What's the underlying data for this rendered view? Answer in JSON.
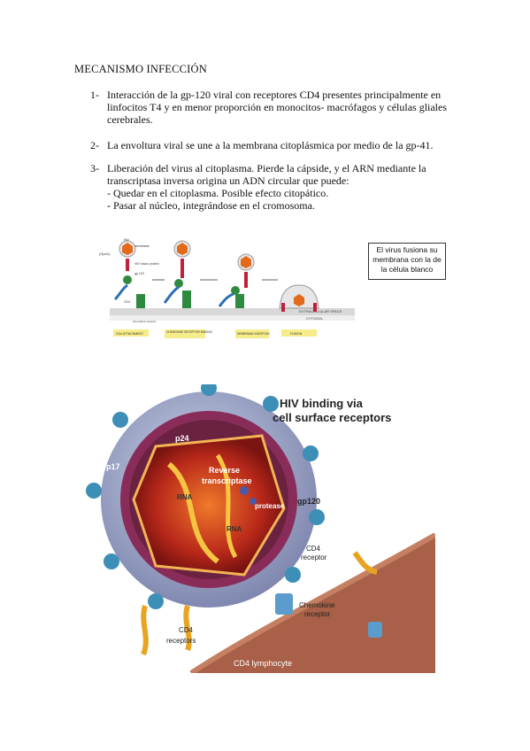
{
  "document": {
    "title": "MECANISMO INFECCIÓN",
    "items": [
      {
        "num": "1-",
        "text": "Interacción de la gp-120 viral con receptores CD4 presentes principalmente en linfocitos T4 y en menor proporción en monocitos- macrófagos y células gliales cerebrales."
      },
      {
        "num": "2-",
        "text": "La envoltura viral se une a la membrana citoplásmica por medio de la gp-41."
      },
      {
        "num": "3-",
        "text": "Liberación del virus al citoplasma. Pierde la cápside, y el ARN mediante la transcriptasa inversa origina un ADN circular que puede:",
        "sub": [
          "- Quedar en el citoplasma. Posible efecto citopático.",
          "- Pasar al núcleo, integrándose en el cromosoma."
        ]
      }
    ]
  },
  "figure1": {
    "caption": "El virus fusiona su membrana con la de la célula blanco",
    "labels": {
      "hiv": "HIV",
      "gp41": "(Gp41)",
      "membrane": "membrane",
      "fusion_protein": "HIV fusion protein",
      "gp120": "gp 120",
      "cd4": "CD4",
      "chemokine": "chemokine receptor",
      "extracellular": "EXTRACELLULAR SPACE",
      "cytosol": "CYTOSOL"
    },
    "steps": [
      "CD4 ATTACHMENT",
      "CHEMOKINE RECEPTOR BINDING",
      "MEMBRANE INSERTION",
      "FUSION"
    ]
  },
  "figure2": {
    "title_line1": "HIV binding via",
    "title_line2": "cell surface receptors",
    "labels": {
      "p24": "p24",
      "p17": "p17",
      "rt_line1": "Reverse",
      "rt_line2": "transcriptase",
      "rna1": "RNA",
      "rna2": "RNA",
      "protease": "protease",
      "gp120": "gp120",
      "cd4_receptor_l1": "CD4",
      "cd4_receptor_l2": "receptor",
      "chemokine_l1": "Chemokine",
      "chemokine_l2": "receptor",
      "cd4_receptors_l1": "CD4",
      "cd4_receptors_l2": "receptors",
      "lymphocyte": "CD4 lymphocyte"
    }
  }
}
